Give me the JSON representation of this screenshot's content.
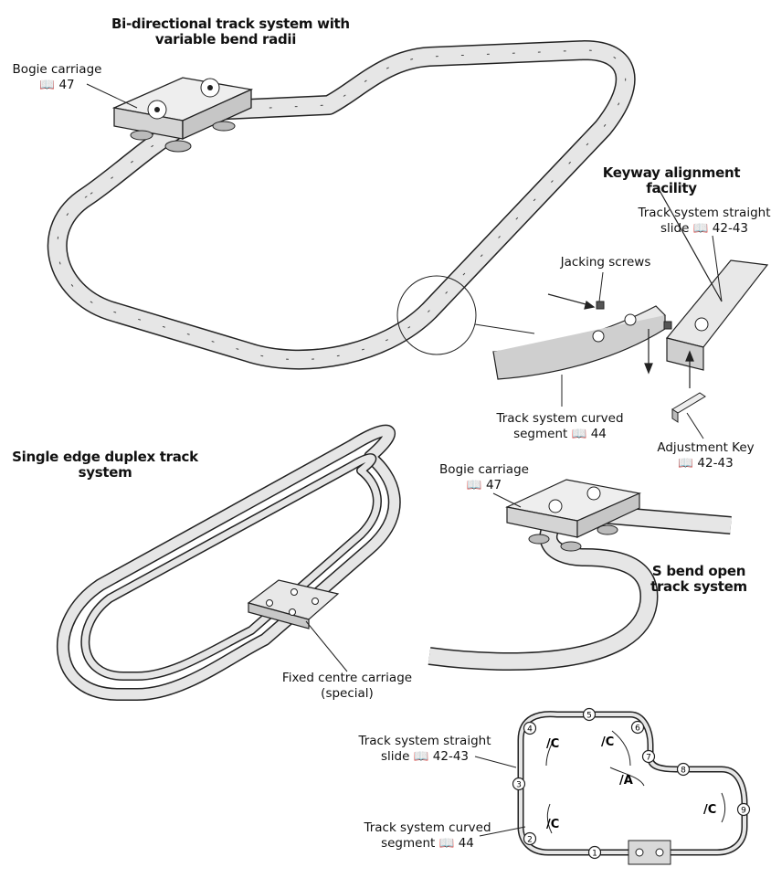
{
  "titles": {
    "bidirectional": [
      "Bi-directional track system with",
      "variable bend radii"
    ],
    "keyway": [
      "Keyway alignment",
      "facility"
    ],
    "single_edge": [
      "Single edge duplex track",
      "system"
    ],
    "s_bend": [
      "S bend open",
      "track system"
    ]
  },
  "labels": {
    "bogie_top": [
      "Bogie carriage",
      "📖 47"
    ],
    "straight_top": [
      "Track system straight",
      "slide 📖 42-43"
    ],
    "jacking": [
      "Jacking screws"
    ],
    "curved_mid": [
      "Track system curved",
      "segment 📖 44"
    ],
    "adjust_key": [
      "Adjustment Key",
      "📖 42-43"
    ],
    "bogie_mid": [
      "Bogie carriage",
      "📖 47"
    ],
    "fixed_centre": [
      "Fixed centre carriage",
      "(special)"
    ],
    "straight_bottom": [
      "Track system straight",
      "slide 📖 42-43"
    ],
    "curved_bottom": [
      "Track system curved",
      "segment 📖 44"
    ]
  },
  "layout_diagram": {
    "nodes": [
      "1",
      "2",
      "3",
      "4",
      "5",
      "6",
      "7",
      "8",
      "9"
    ],
    "segment_tags": [
      "/C",
      "/C",
      "/A",
      "/C",
      "/C"
    ]
  },
  "colors": {
    "track_fill": "#e6e6e6",
    "track_edge": "#222222",
    "carriage_fill": "#d9d9d9"
  }
}
